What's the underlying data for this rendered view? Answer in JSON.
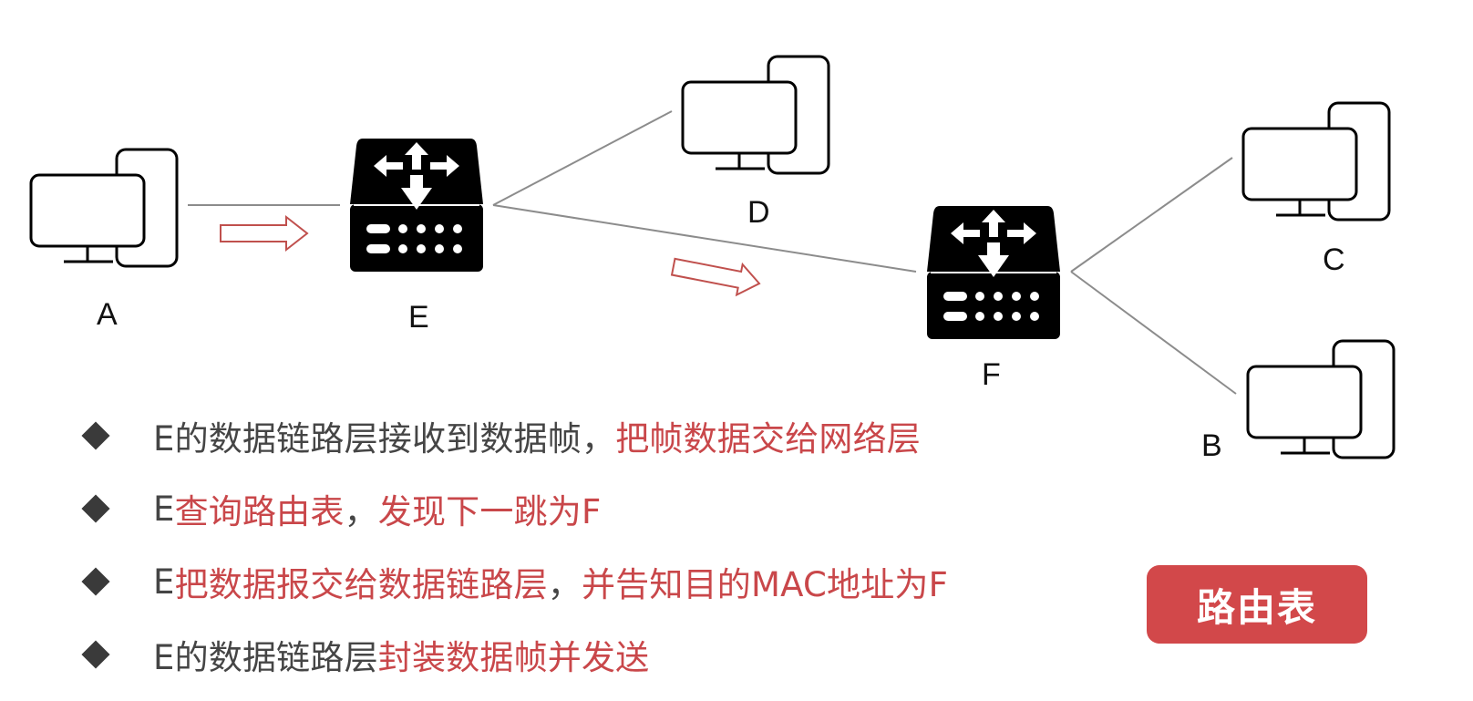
{
  "nodes": {
    "A": "A",
    "B": "B",
    "C": "C",
    "D": "D",
    "E": "E",
    "F": "F"
  },
  "bullets": [
    {
      "plain": "E的数据链路层接收到数据帧，",
      "highlight": "把帧数据交给网络层",
      "tail": ""
    },
    {
      "plain": "E",
      "highlight": "查询路由表",
      "tail": "，",
      "highlight2": "发现下一跳为F"
    },
    {
      "plain": "E",
      "highlight": "把数据报交给数据链路层",
      "tail": "，",
      "highlight2": "并告知目的MAC地址为F"
    },
    {
      "plain": "E的数据链路层",
      "highlight": "封装数据帧并发送",
      "tail": ""
    }
  ],
  "route_table_button": "路由表",
  "colors": {
    "accent": "#d2484a",
    "highlight_text": "#c9474a",
    "body_text": "#454545",
    "link_line": "#8c8c8c",
    "arrow": "#c0504d"
  }
}
